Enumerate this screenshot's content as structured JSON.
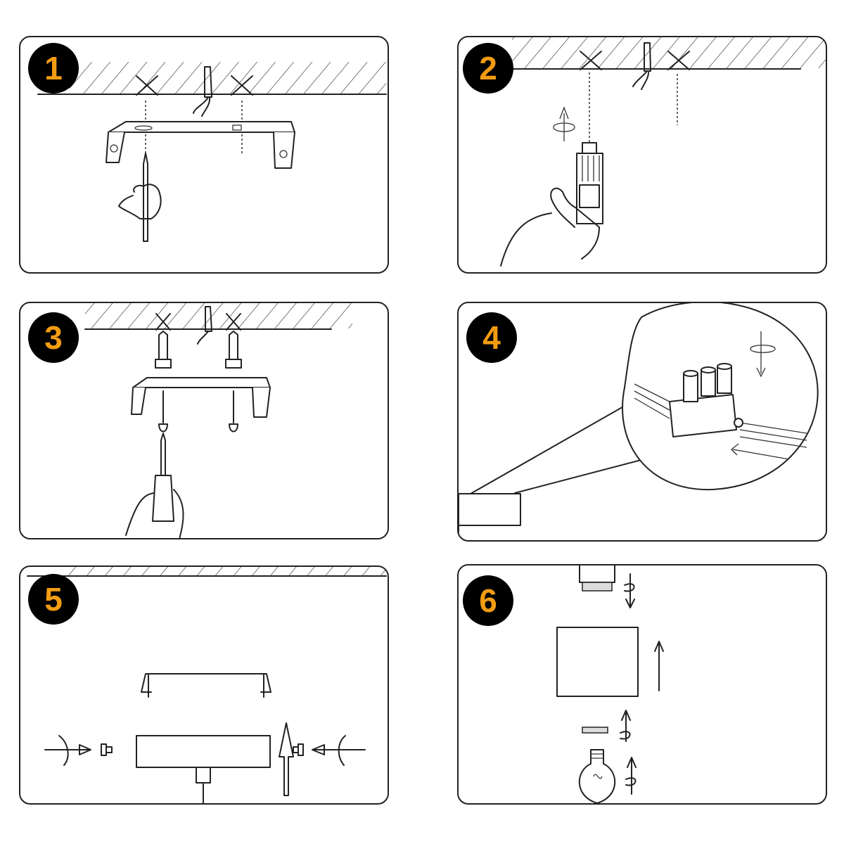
{
  "steps": [
    {
      "number": "1"
    },
    {
      "number": "2"
    },
    {
      "number": "3"
    },
    {
      "number": "4"
    },
    {
      "number": "5"
    },
    {
      "number": "6"
    }
  ],
  "colors": {
    "badge_background": "#000000",
    "badge_number": "#F39C12",
    "line": "#222222",
    "panel_border": "#222222"
  }
}
